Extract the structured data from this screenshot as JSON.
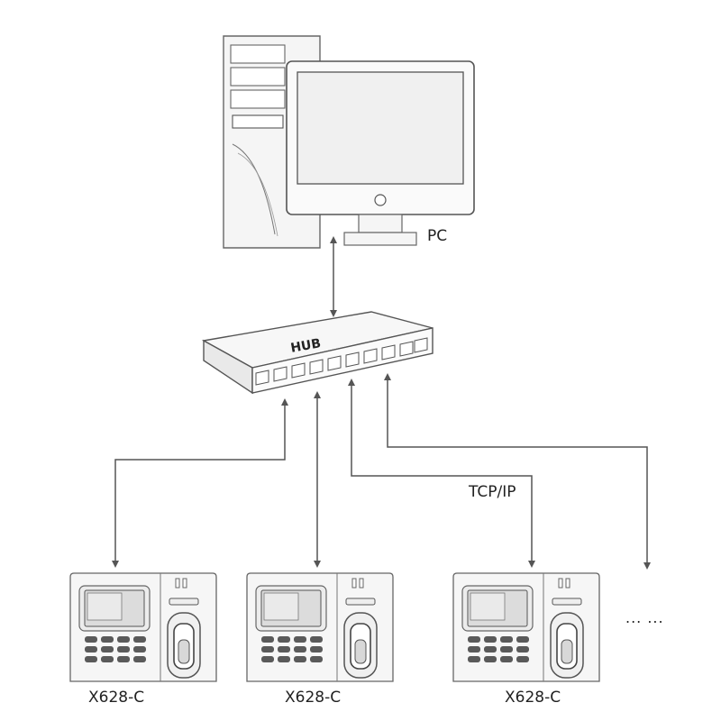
{
  "pc": {
    "label": "PC"
  },
  "hub": {
    "label": "HUB",
    "port_count": 10
  },
  "connection": {
    "label": "TCP/IP"
  },
  "devices": [
    {
      "label": "X628-C"
    },
    {
      "label": "X628-C"
    },
    {
      "label": "X628-C"
    }
  ],
  "more": {
    "label": "... ..."
  },
  "colors": {
    "line": "#555555",
    "outline": "#666666",
    "fill_light": "#f3f3f3",
    "screen": "#e6e6e6",
    "dark": "#444444"
  }
}
